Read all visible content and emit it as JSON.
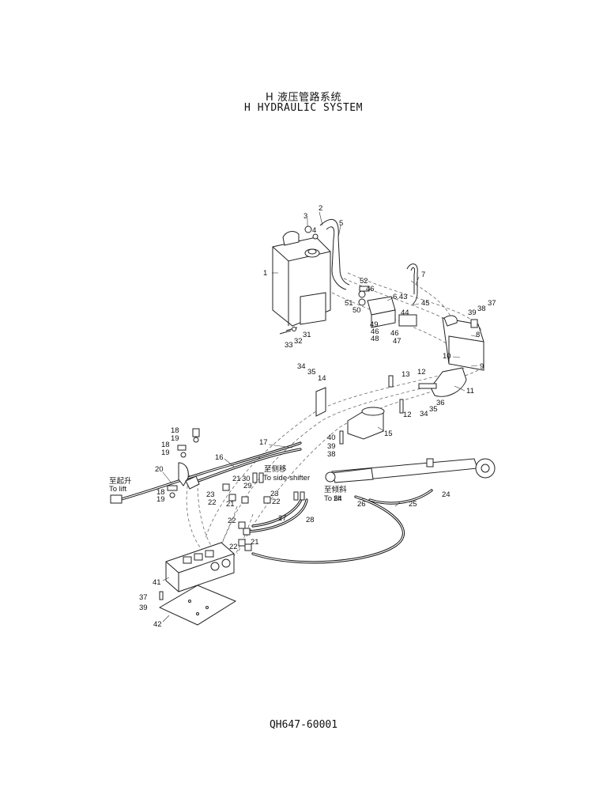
{
  "header": {
    "title_cn": "H 液压管路系统",
    "title_en": "H HYDRAULIC SYSTEM"
  },
  "footer": {
    "doc_code": "QH647-60001"
  },
  "destinations": {
    "lift_cn": "至起升",
    "lift_en": "To lift",
    "side_shifter_cn": "至侧移",
    "side_shifter_en": "To side-shifter",
    "tilt_cn": "至倾斜",
    "tilt_en": "To tilt"
  },
  "callouts": [
    "1",
    "2",
    "3",
    "4",
    "5",
    "52",
    "46",
    "7",
    "6.43",
    "51",
    "50",
    "45",
    "37",
    "38",
    "39",
    "8",
    "49",
    "44",
    "46",
    "46",
    "48",
    "47",
    "31",
    "32",
    "33",
    "10",
    "9",
    "34",
    "35",
    "14",
    "13",
    "12",
    "11",
    "36",
    "35",
    "34",
    "12",
    "15",
    "40",
    "39",
    "38",
    "18",
    "19",
    "18",
    "19",
    "17",
    "16",
    "20",
    "18",
    "19",
    "21",
    "30",
    "29",
    "23",
    "22",
    "21",
    "23",
    "22",
    "24",
    "26",
    "25",
    "24",
    "27",
    "28",
    "22",
    "21",
    "22",
    "41",
    "37",
    "39",
    "42"
  ]
}
